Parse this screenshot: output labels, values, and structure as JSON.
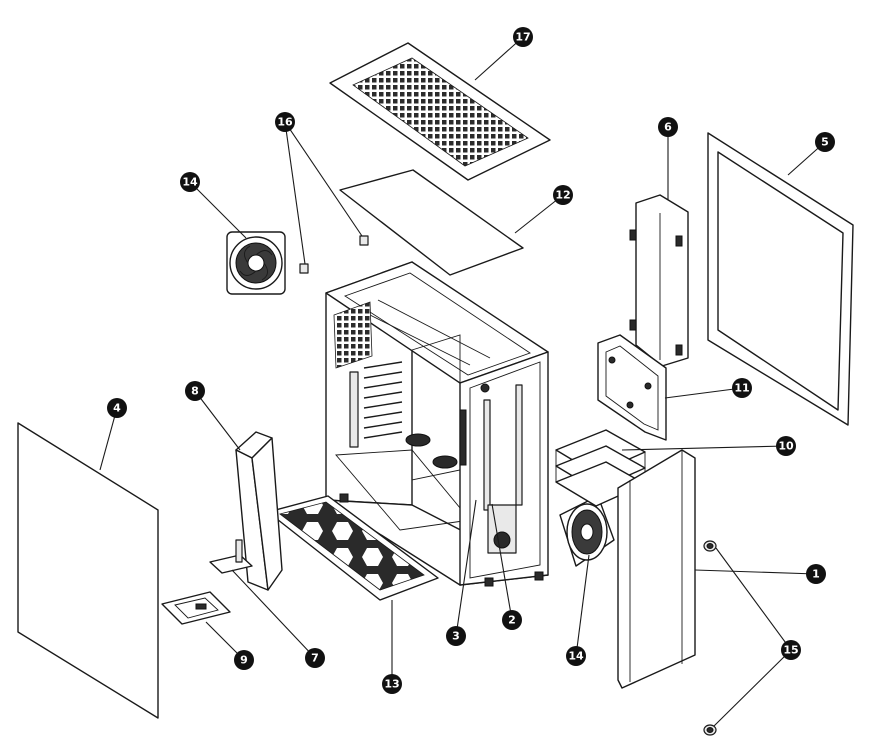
{
  "callouts": [
    {
      "id": "1",
      "label": "1"
    },
    {
      "id": "2",
      "label": "2"
    },
    {
      "id": "3",
      "label": "3"
    },
    {
      "id": "4",
      "label": "4"
    },
    {
      "id": "5",
      "label": "5"
    },
    {
      "id": "6",
      "label": "6"
    },
    {
      "id": "7",
      "label": "7"
    },
    {
      "id": "8",
      "label": "8"
    },
    {
      "id": "9",
      "label": "9"
    },
    {
      "id": "10",
      "label": "10"
    },
    {
      "id": "11",
      "label": "11"
    },
    {
      "id": "12",
      "label": "12"
    },
    {
      "id": "13",
      "label": "13"
    },
    {
      "id": "14a",
      "label": "14"
    },
    {
      "id": "14b",
      "label": "14"
    },
    {
      "id": "15",
      "label": "15"
    },
    {
      "id": "16",
      "label": "16"
    },
    {
      "id": "17",
      "label": "17"
    }
  ]
}
